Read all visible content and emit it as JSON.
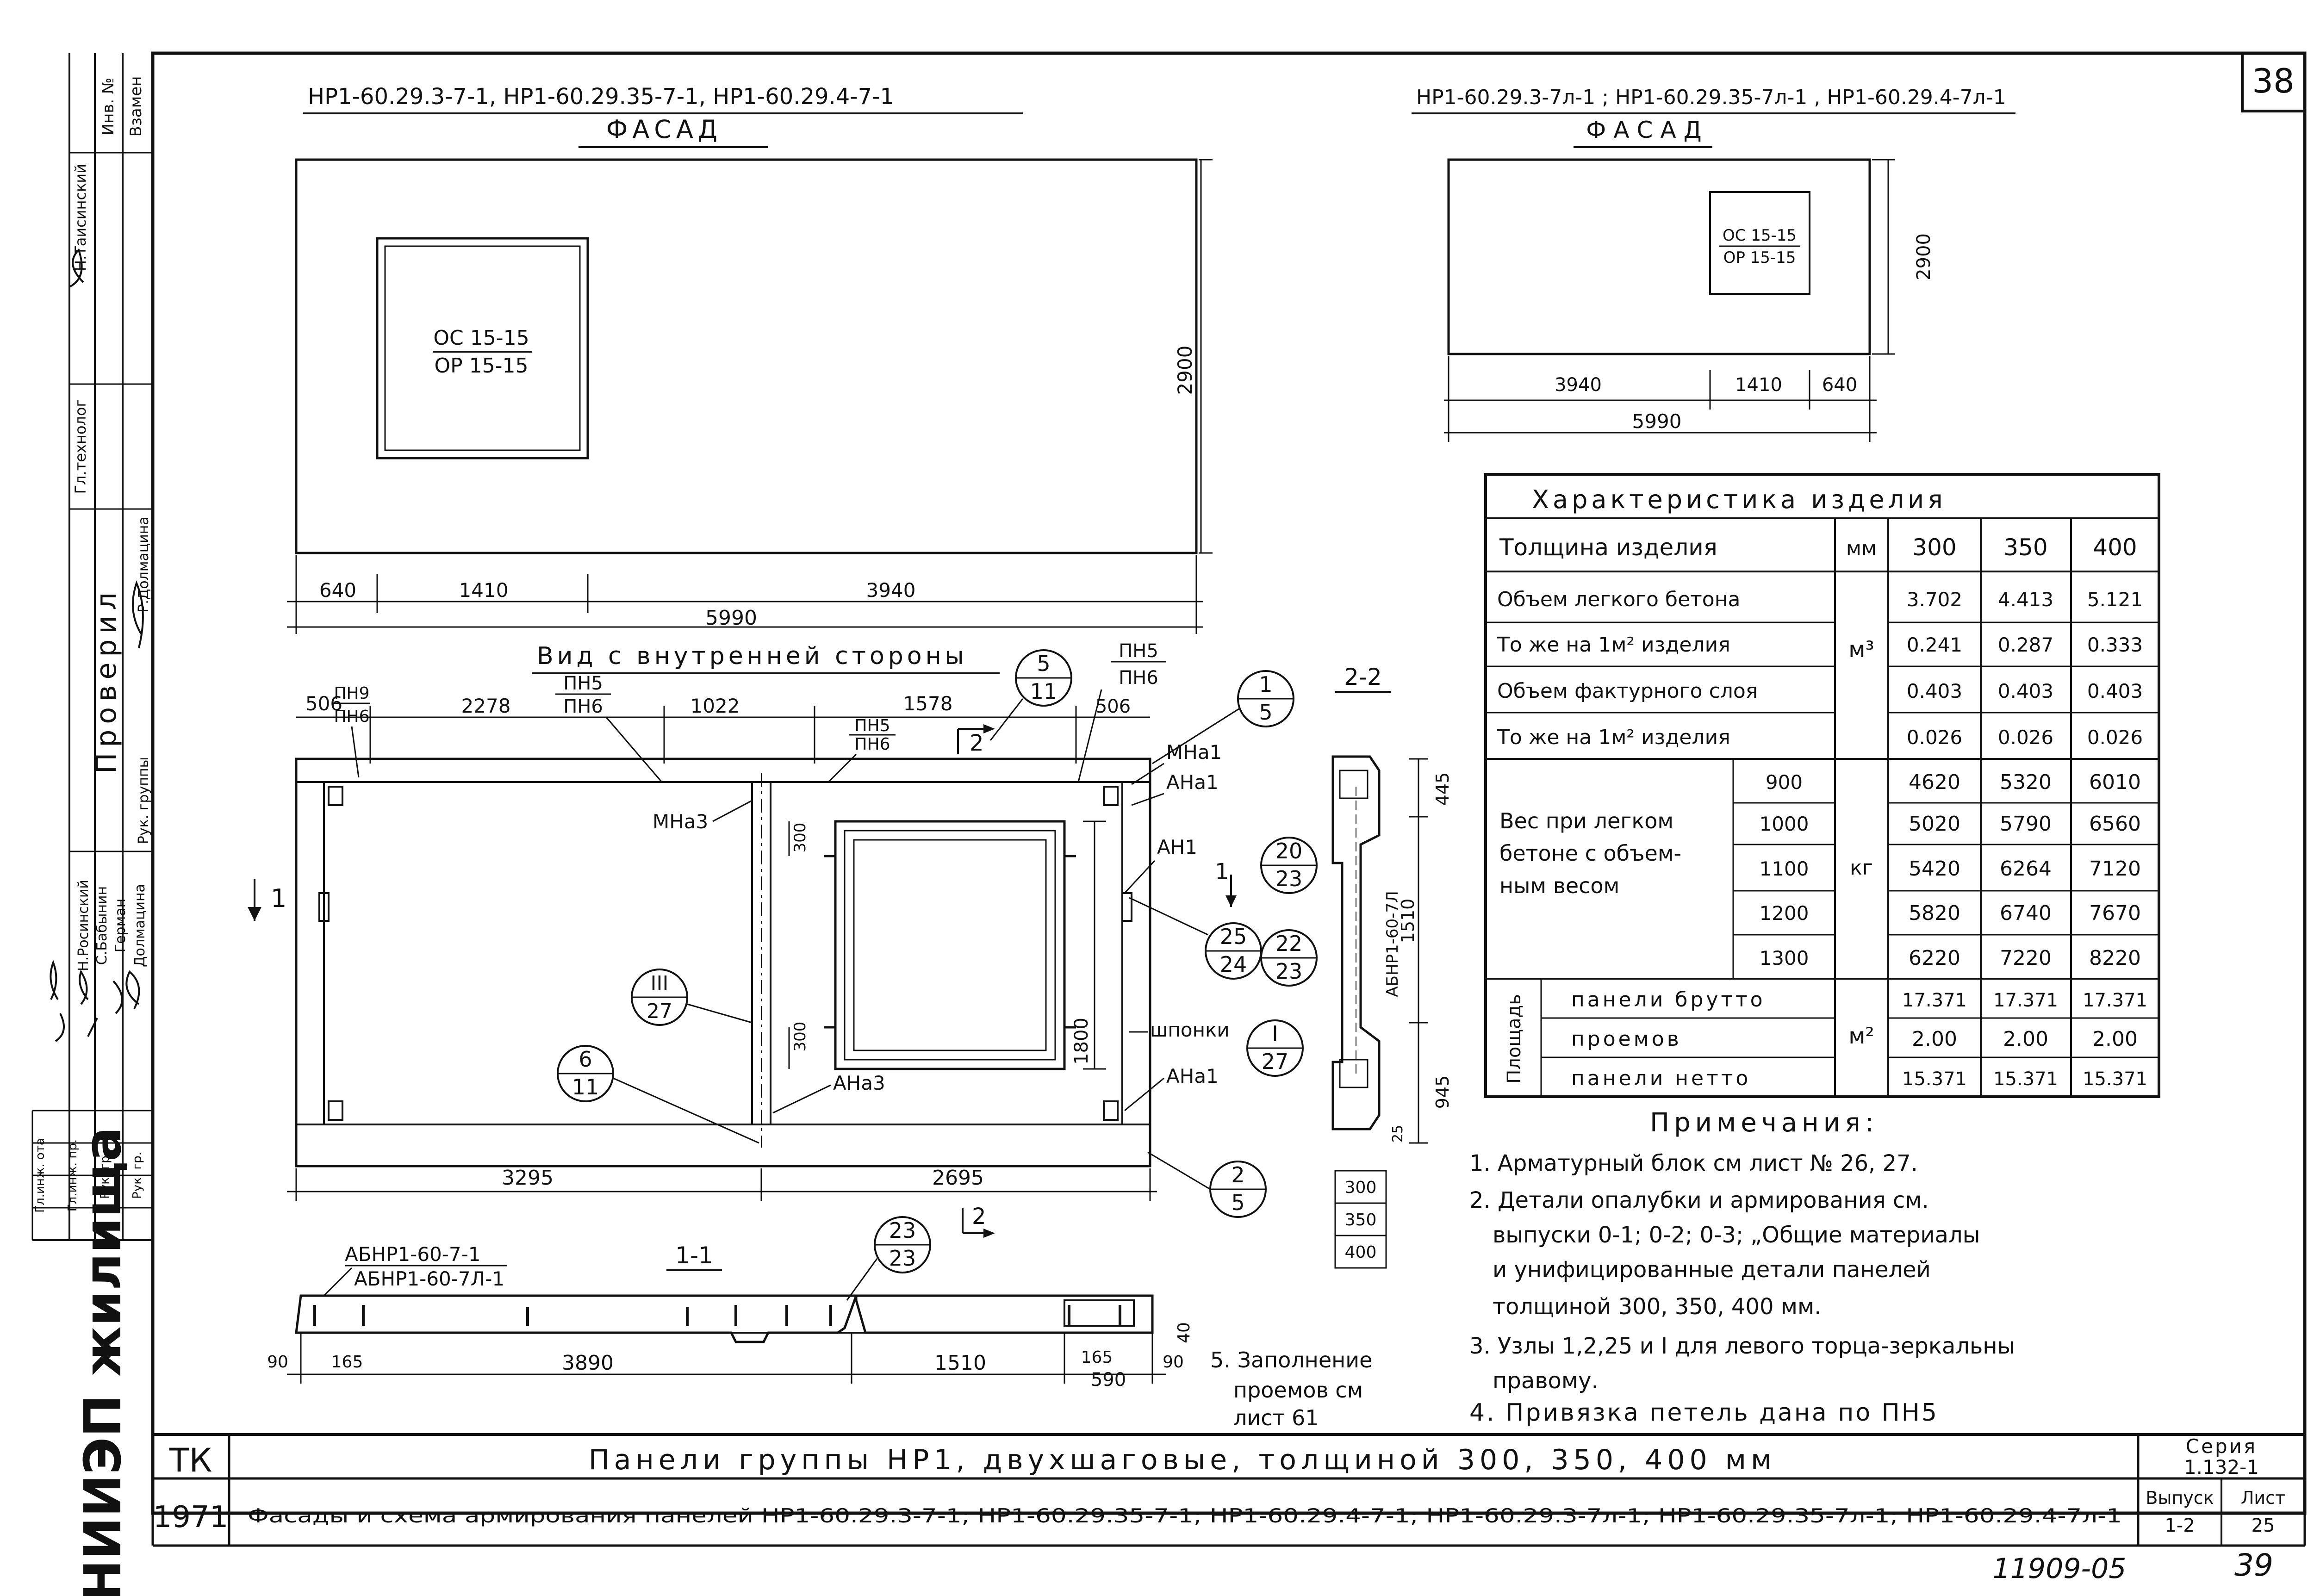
{
  "sheet_number": "38",
  "top_left_title": "НР1-60.29.3-7-1,   НР1-60.29.35-7-1,   НР1-60.29.4-7-1",
  "top_left_facade": "ФАСАД",
  "top_right_title": "НР1-60.29.3-7л-1 ; НР1-60.29.35-7л-1 , НР1-60.29.4-7л-1",
  "top_right_facade": "ФАСАД",
  "opening_mark_top": "ОС 15-15",
  "opening_mark_bottom": "ОР 15-15",
  "dims": {
    "height_left": "2900",
    "left_640": "640",
    "left_1410": "1410",
    "left_3940": "3940",
    "left_total": "5990",
    "height_right": "2900",
    "right_3940": "3940",
    "right_1410": "1410",
    "right_640": "640",
    "right_total": "5990",
    "inner_506_left": "506",
    "inner_2278": "2278",
    "inner_1022": "1022",
    "inner_1578": "1578",
    "inner_506_right": "506",
    "inner_3295": "3295",
    "inner_2695": "2695",
    "inner_300_top": "300",
    "inner_300_bottom": "300",
    "inner_1800": "1800",
    "sec_445": "445",
    "sec_1510": "1510",
    "sec_945": "945",
    "sec_25": "25",
    "sec_300": "300",
    "sec_350": "350",
    "sec_400": "400",
    "s11_90_left": "90",
    "s11_165_left": "165",
    "s11_3890": "3890",
    "s11_1510": "1510",
    "s11_165_right": "165",
    "s11_590": "590",
    "s11_90_right": "90",
    "s11_40": "40"
  },
  "inner_view_title": "Вид с внутренней стороны",
  "labels": {
    "pn9": "ПН9",
    "pn6": "ПН6",
    "pn5": "ПН5",
    "mna1": "МНа1",
    "ana1": "АНа1",
    "mna3": "МНа3",
    "an1": "АН1",
    "shponki": "шпонки",
    "ana3": "АНа3",
    "sec22_label": "2-2",
    "sec11_label": "1-1",
    "sec_arrow_1": "1",
    "sec_arrow_2": "2",
    "sec_bar_mark": "АБНР1-60-7Л",
    "sec11_bar_1": "АБНР1-60-7-1",
    "sec11_bar_2": "АБНР1-60-7Л-1"
  },
  "callouts": [
    {
      "top": "5",
      "bottom": "11"
    },
    {
      "top": "1",
      "bottom": "5"
    },
    {
      "top": "20",
      "bottom": "23"
    },
    {
      "top": "25",
      "bottom": "24"
    },
    {
      "top": "22",
      "bottom": "23"
    },
    {
      "top": "I",
      "bottom": "27"
    },
    {
      "top": "III",
      "bottom": "27"
    },
    {
      "top": "6",
      "bottom": "11"
    },
    {
      "top": "2",
      "bottom": "5"
    },
    {
      "top": "23",
      "bottom": "23"
    }
  ],
  "table": {
    "title": "Характеристика изделия",
    "rows": {
      "thickness": {
        "label": "Толщина изделия",
        "unit": "мм",
        "v": [
          "300",
          "350",
          "400"
        ]
      },
      "vol_light": {
        "label": "Объем легкого бетона",
        "v": [
          "3.702",
          "4.413",
          "5.121"
        ]
      },
      "vol_light_m2": {
        "label": "То же на 1м² изделия",
        "v": [
          "0.241",
          "0.287",
          "0.333"
        ]
      },
      "unit_m3": "м³",
      "vol_facing": {
        "label": "Объем фактурного слоя",
        "v": [
          "0.403",
          "0.403",
          "0.403"
        ]
      },
      "vol_facing_m2": {
        "label": "То же на 1м² изделия",
        "v": [
          "0.026",
          "0.026",
          "0.026"
        ]
      },
      "weight_label_1": "Вес при легком",
      "weight_label_2": "бетоне с объем-",
      "weight_label_3": "ным весом",
      "weight_unit": "кг",
      "weights": [
        {
          "density": "900",
          "v": [
            "4620",
            "5320",
            "6010"
          ]
        },
        {
          "density": "1000",
          "v": [
            "5020",
            "5790",
            "6560"
          ]
        },
        {
          "density": "1100",
          "v": [
            "5420",
            "6264",
            "7120"
          ]
        },
        {
          "density": "1200",
          "v": [
            "5820",
            "6740",
            "7670"
          ]
        },
        {
          "density": "1300",
          "v": [
            "6220",
            "7220",
            "8220"
          ]
        }
      ],
      "area_label": "Площадь",
      "area_unit": "м²",
      "areas": [
        {
          "label": "панели брутто",
          "v": [
            "17.371",
            "17.371",
            "17.371"
          ]
        },
        {
          "label": "проемов",
          "v": [
            "2.00",
            "2.00",
            "2.00"
          ]
        },
        {
          "label": "панели нетто",
          "v": [
            "15.371",
            "15.371",
            "15.371"
          ]
        }
      ]
    }
  },
  "notes": {
    "title": "Примечания:",
    "n1": "1. Арматурный блок см лист №   26, 27.",
    "n2a": "2. Детали опалубки и армирования см.",
    "n2b": "выпуски 0-1; 0-2; 0-3; „Общие материалы",
    "n2c": "и унифицированные детали панелей",
    "n2d": "толщиной 300, 350, 400 мм.",
    "n3a": "3. Узлы 1,2,25 и I для левого торца-зеркальны",
    "n3b": "правому.",
    "n4": "4. Привязка петель дана по ПН5",
    "n5a": "5. Заполнение",
    "n5b": "проемов см",
    "n5c": "лист 61"
  },
  "side_stamp": {
    "rows": [
      {
        "role": "Гл.инж. ота",
        "name": "Н.Росинский"
      },
      {
        "role": "Гл.инж. пр.",
        "name": "С.Бабынин"
      },
      {
        "role": "Рук. гр.",
        "name": "Герман"
      },
      {
        "role": "Рук. гр.",
        "name": "Долмацина"
      }
    ],
    "checked": "Проверил",
    "checked_role": "Рук. группы",
    "checked_name": "Р.Долмацина",
    "technologist": "Гл.технолог",
    "tech_name": "Н.Таисинский",
    "inv": "Инв. №",
    "vzamen": "Взамен",
    "org": "ЦНИИЭП жилища"
  },
  "title_block": {
    "tk": "ТК",
    "year": "1971",
    "main_title": "Панели группы НР1, двухшаговые, толщиной 300, 350, 400 мм",
    "sub_title": "Фасады и схема армирования панелей   НР1-60.29.3-7-1; НР1-60.29.35-7-1; НР1-60.29.4-7-1; НР1-60.29.3-7л-1; НР1-60.29.35-7л-1; НР1-60.29.4-7л-1",
    "series_label": "Серия",
    "series_value": "1.132-1",
    "issue_label": "Выпуск",
    "issue_value": "1-2",
    "sheet_label": "Лист",
    "sheet_value": "25"
  },
  "footer_code": "11909-05",
  "footer_page": "39"
}
